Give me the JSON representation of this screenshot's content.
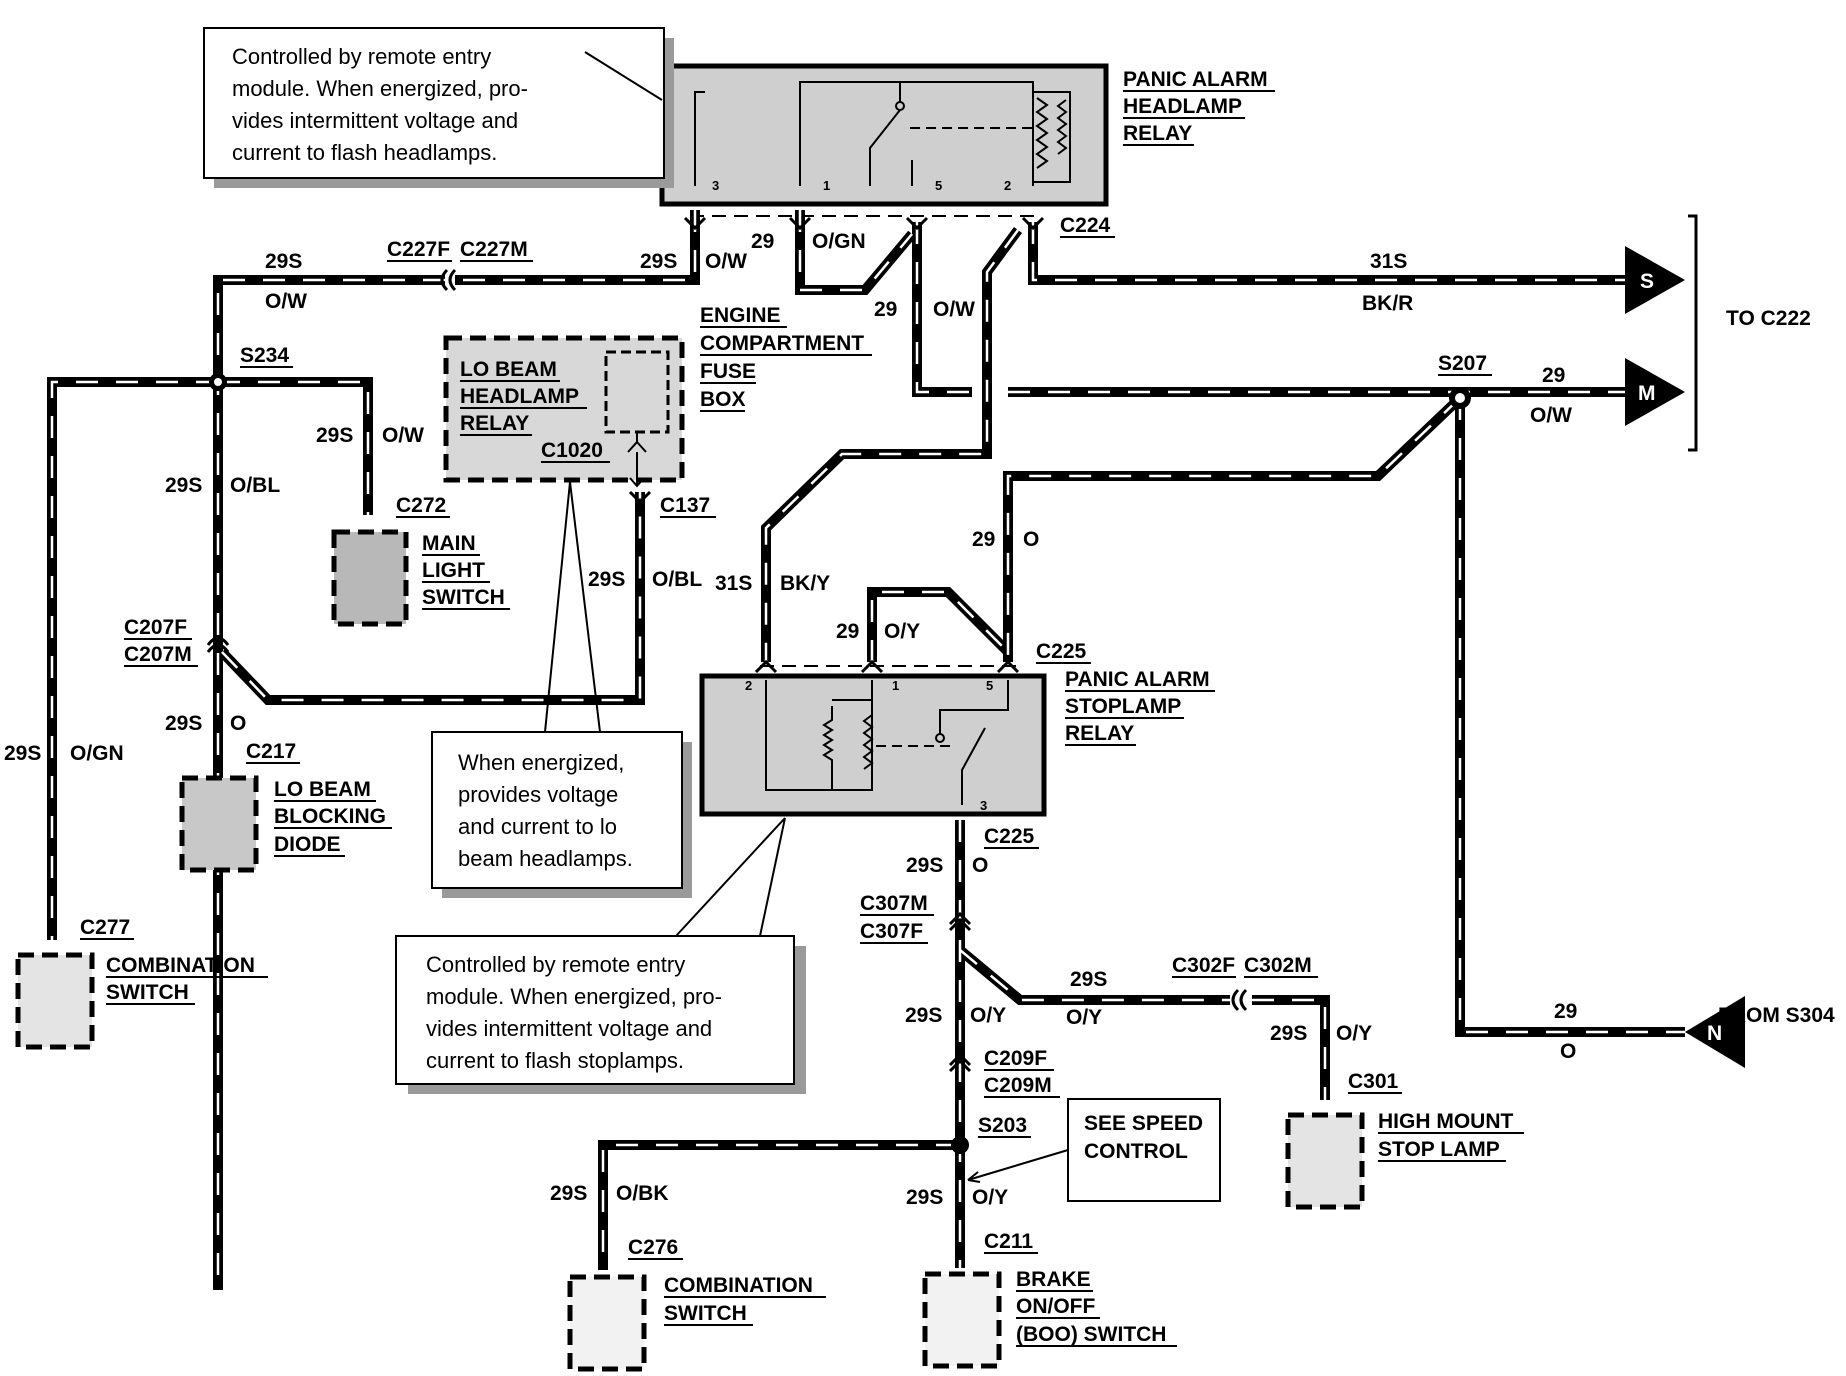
{
  "notes": {
    "headlamp_relay_note": [
      "Controlled by remote entry",
      "module. When energized, pro-",
      "vides intermittent voltage and",
      "current to flash headlamps."
    ],
    "lo_beam_note": [
      "When energized,",
      "provides voltage",
      "and current to lo",
      "beam headlamps."
    ],
    "stoplamp_relay_note": [
      "Controlled by remote entry",
      "module. When energized, pro-",
      "vides intermittent voltage and",
      "current to flash stoplamps."
    ],
    "speed_control_note": [
      "SEE SPEED",
      "CONTROL"
    ]
  },
  "components": {
    "panic_alarm_headlamp_relay": [
      "PANIC ALARM",
      "HEADLAMP",
      "RELAY"
    ],
    "engine_compartment_fuse_box": [
      "ENGINE",
      "COMPARTMENT",
      "FUSE",
      "BOX"
    ],
    "lo_beam_headlamp_relay": [
      "LO BEAM",
      "HEADLAMP",
      "RELAY"
    ],
    "main_light_switch": [
      "MAIN",
      "LIGHT",
      "SWITCH"
    ],
    "lo_beam_blocking_diode": [
      "LO BEAM",
      "BLOCKING",
      "DIODE"
    ],
    "combination_switch_left": [
      "COMBINATION",
      "SWITCH"
    ],
    "panic_alarm_stoplamp_relay": [
      "PANIC ALARM",
      "STOPLAMP",
      "RELAY"
    ],
    "high_mount_stop_lamp": [
      "HIGH MOUNT",
      "STOP LAMP"
    ],
    "combination_switch_bottom": [
      "COMBINATION",
      "SWITCH"
    ],
    "brake_switch": [
      "BRAKE",
      "ON/OFF",
      "(BOO) SWITCH"
    ],
    "to_c222": "TO C222",
    "from_s304": "FROM S304"
  },
  "connectors": {
    "c224": "C224",
    "c227f": "C227F",
    "c227m": "C227M",
    "s234": "S234",
    "c1020": "C1020",
    "c137": "C137",
    "c272": "C272",
    "c207f": "C207F",
    "c207m": "C207M",
    "c217": "C217",
    "c277": "C277",
    "s207": "S207",
    "c225_top": "C225",
    "c225_bottom": "C225",
    "c307m": "C307M",
    "c307f": "C307F",
    "c302f": "C302F",
    "c302m": "C302M",
    "c209f": "C209F",
    "c209m": "C209M",
    "s203": "S203",
    "c301": "C301",
    "c276": "C276",
    "c211": "C211"
  },
  "wires": {
    "w1_circ": "29S",
    "w1_color": "O/W",
    "w2_circ": "29S",
    "w2_color": "O/W",
    "w3_circ": "29",
    "w3_color": "O/GN",
    "w4_circ": "29",
    "w4_color": "O/W",
    "w5_circ": "31S",
    "w5_color": "BK/R",
    "w6_circ": "29",
    "w6_color": "O/W",
    "w7_circ": "29S",
    "w7_color": "O/W",
    "w8_circ": "29S",
    "w8_color": "O/BL",
    "w9_circ": "29S",
    "w9_color": "O/BL",
    "w10_circ": "31S",
    "w10_color": "BK/Y",
    "w11_circ": "29",
    "w11_color": "O",
    "w12_circ": "29",
    "w12_color": "O/Y",
    "w13_circ": "29S",
    "w13_color": "O",
    "w14_circ": "29S",
    "w14_color": "O/GN",
    "w15_circ": "29S",
    "w15_color": "O",
    "w16_circ": "29S",
    "w16_color": "O/Y",
    "w17_circ": "29S",
    "w17_color": "O/Y",
    "w18_circ": "29S",
    "w18_color": "O/Y",
    "w19_circ": "29S",
    "w19_color": "O/BK",
    "w20_circ": "29S",
    "w20_color": "O/Y",
    "w21_circ": "29",
    "w21_color": "O"
  },
  "terminals": {
    "s": "S",
    "m": "M",
    "n": "N"
  },
  "pins": {
    "hr_3": "3",
    "hr_1": "1",
    "hr_5": "5",
    "hr_2": "2",
    "sr_2": "2",
    "sr_1": "1",
    "sr_5": "5",
    "sr_3": "3"
  }
}
